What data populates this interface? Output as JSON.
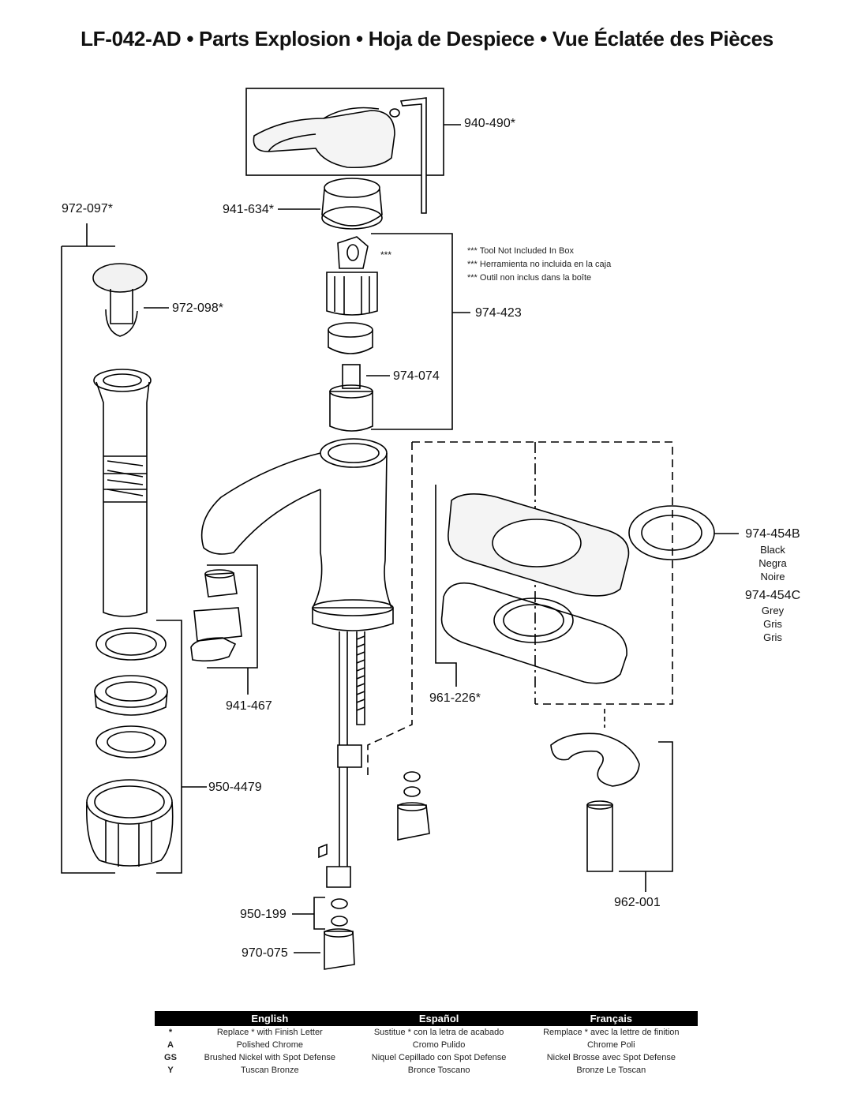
{
  "title": "LF-042-AD  •  Parts Explosion  •  Hoja de Despiece  •  Vue Éclatée des Pièces",
  "parts": {
    "p940_490": "940-490*",
    "p941_634": "941-634*",
    "p972_097": "972-097*",
    "p972_098": "972-098*",
    "p974_423": "974-423",
    "p974_074": "974-074",
    "p974_454B": "974-454B",
    "p974_454C": "974-454C",
    "p941_467": "941-467",
    "p961_226": "961-226*",
    "p950_4479": "950-4479",
    "p962_001": "962-001",
    "p950_199": "950-199",
    "p970_075": "970-075",
    "stars": "***"
  },
  "finish_black": [
    "Black",
    "Negra",
    "Noire"
  ],
  "finish_grey": [
    "Grey",
    "Gris",
    "Gris"
  ],
  "tool_note": [
    "*** Tool Not Included In Box",
    "*** Herramienta no incluida en la caja",
    "*** Outil non inclus dans la boîte"
  ],
  "legend": {
    "headers": [
      "English",
      "Español",
      "Français"
    ],
    "rows": [
      {
        "code": "*",
        "en": "Replace * with Finish Letter",
        "es": "Sustitue * con la letra de acabado",
        "fr": "Remplace * avec la lettre de finition"
      },
      {
        "code": "A",
        "en": "Polished Chrome",
        "es": "Cromo Pulido",
        "fr": "Chrome Poli"
      },
      {
        "code": "GS",
        "en": "Brushed Nickel with Spot Defense",
        "es": "Niquel Cepillado con Spot Defense",
        "fr": "Nickel Brosse avec Spot Defense"
      },
      {
        "code": "Y",
        "en": "Tuscan Bronze",
        "es": "Bronce Toscano",
        "fr": "Bronze Le Toscan"
      }
    ]
  }
}
